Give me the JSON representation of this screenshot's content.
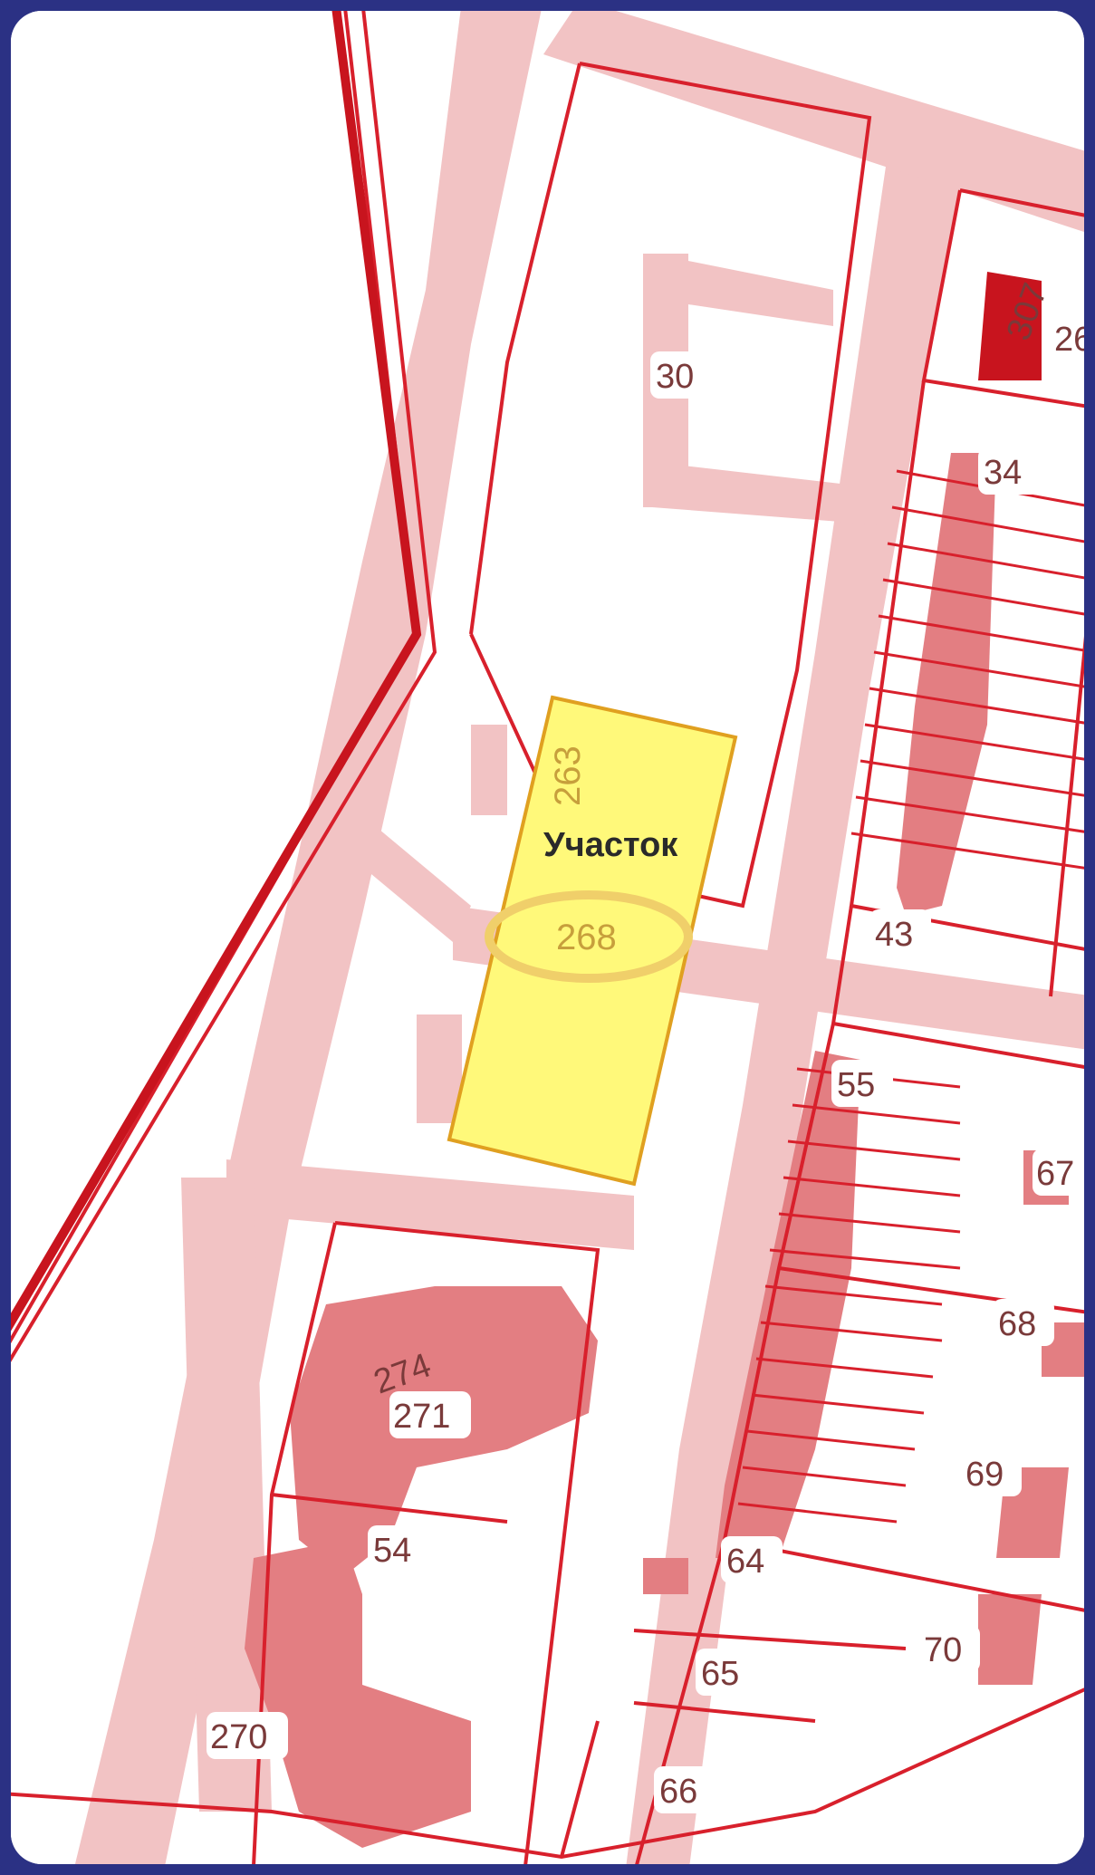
{
  "map": {
    "highlight": {
      "label": "Участок",
      "fill_color": "#fff97a",
      "border_color": "#e0a020"
    },
    "labels": {
      "l30": "30",
      "l26": "26",
      "l307": "307",
      "l34": "34",
      "l43": "43",
      "l55": "55",
      "l67": "67",
      "l68": "68",
      "l69": "69",
      "l70": "70",
      "l64": "64",
      "l65": "65",
      "l66": "66",
      "l54": "54",
      "l271": "271",
      "l274": "274",
      "l270": "270",
      "l263": "263",
      "l268": "268"
    },
    "colors": {
      "boundary": "#d8202c",
      "building": "#e37e82",
      "road": "#f2c3c4",
      "frame": "#2b3184",
      "dark_building": "#c8141e"
    }
  }
}
